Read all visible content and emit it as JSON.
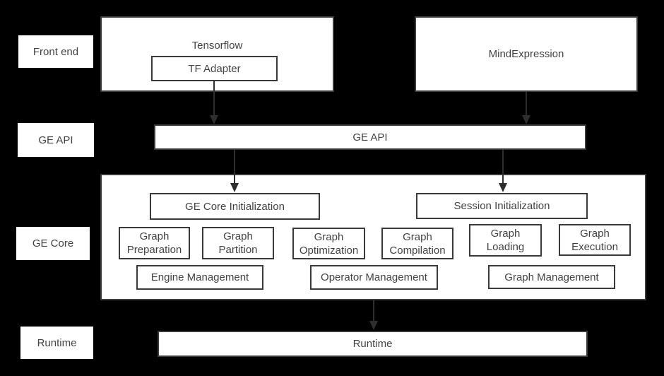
{
  "colors": {
    "background": "#000000",
    "box_fill": "#ffffff",
    "box_border": "#3a3a3a",
    "text": "#424242",
    "arrow": "#2e2e2e"
  },
  "row_labels": [
    {
      "label": "Front end"
    },
    {
      "label": "GE API"
    },
    {
      "label": "GE Core"
    },
    {
      "label": "Runtime"
    }
  ],
  "front_end": {
    "tensorflow_title": "Tensorflow",
    "tf_adapter_label": "TF Adapter",
    "mind_expression_label": "MindExpression"
  },
  "ge_api_bar_label": "GE API",
  "ge_core": {
    "init_boxes": [
      {
        "label": "GE Core Initialization"
      },
      {
        "label": "Session Initialization"
      }
    ],
    "stage_boxes": [
      {
        "line1": "Graph",
        "line2": "Preparation"
      },
      {
        "line1": "Graph",
        "line2": "Partition"
      },
      {
        "line1": "Graph",
        "line2": "Optimization"
      },
      {
        "line1": "Graph",
        "line2": "Compilation"
      },
      {
        "line1": "Graph",
        "line2": "Loading"
      },
      {
        "line1": "Graph",
        "line2": "Execution"
      }
    ],
    "management_boxes": [
      {
        "label": "Engine Management"
      },
      {
        "label": "Operator Management"
      },
      {
        "label": "Graph Management"
      }
    ]
  },
  "runtime_bar_label": "Runtime"
}
